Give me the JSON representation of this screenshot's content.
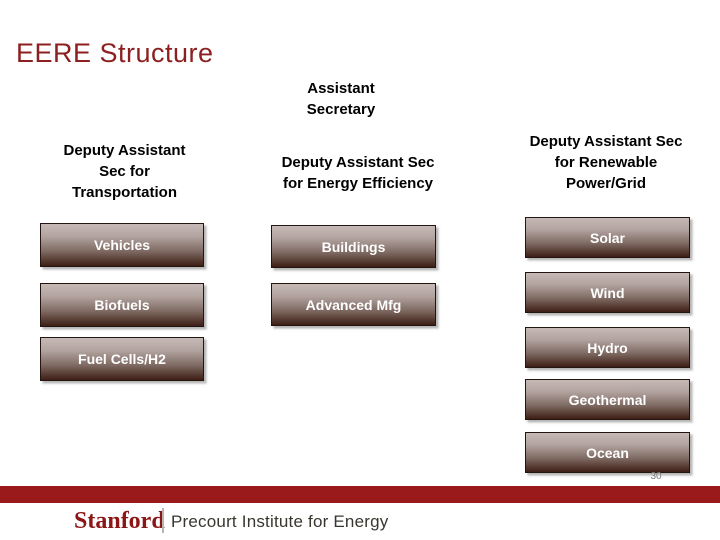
{
  "slide": {
    "title": "EERE Structure",
    "page_number": "30"
  },
  "org": {
    "root": {
      "label": "Assistant Secretary"
    },
    "columns": [
      {
        "header": "Deputy Assistant Sec for Transportation",
        "boxes": [
          "Vehicles",
          "Biofuels",
          "Fuel Cells/H2"
        ]
      },
      {
        "header": "Deputy Assistant Sec for Energy Efficiency",
        "boxes": [
          "Buildings",
          "Advanced Mfg"
        ]
      },
      {
        "header": "Deputy Assistant Sec for Renewable Power/Grid",
        "boxes": [
          "Solar",
          "Wind",
          "Hydro",
          "Geothermal",
          "Ocean"
        ]
      }
    ]
  },
  "footer": {
    "brand": "Stanford",
    "institute": "Precourt Institute for Energy"
  },
  "colors": {
    "title_red": "#8c1f1f",
    "footer_bar": "#9a1a1c",
    "brand_red": "#8c1515",
    "box_gradient_top": "#c6bab6",
    "box_gradient_bottom": "#3d1e15",
    "box_text": "#ffffff"
  }
}
